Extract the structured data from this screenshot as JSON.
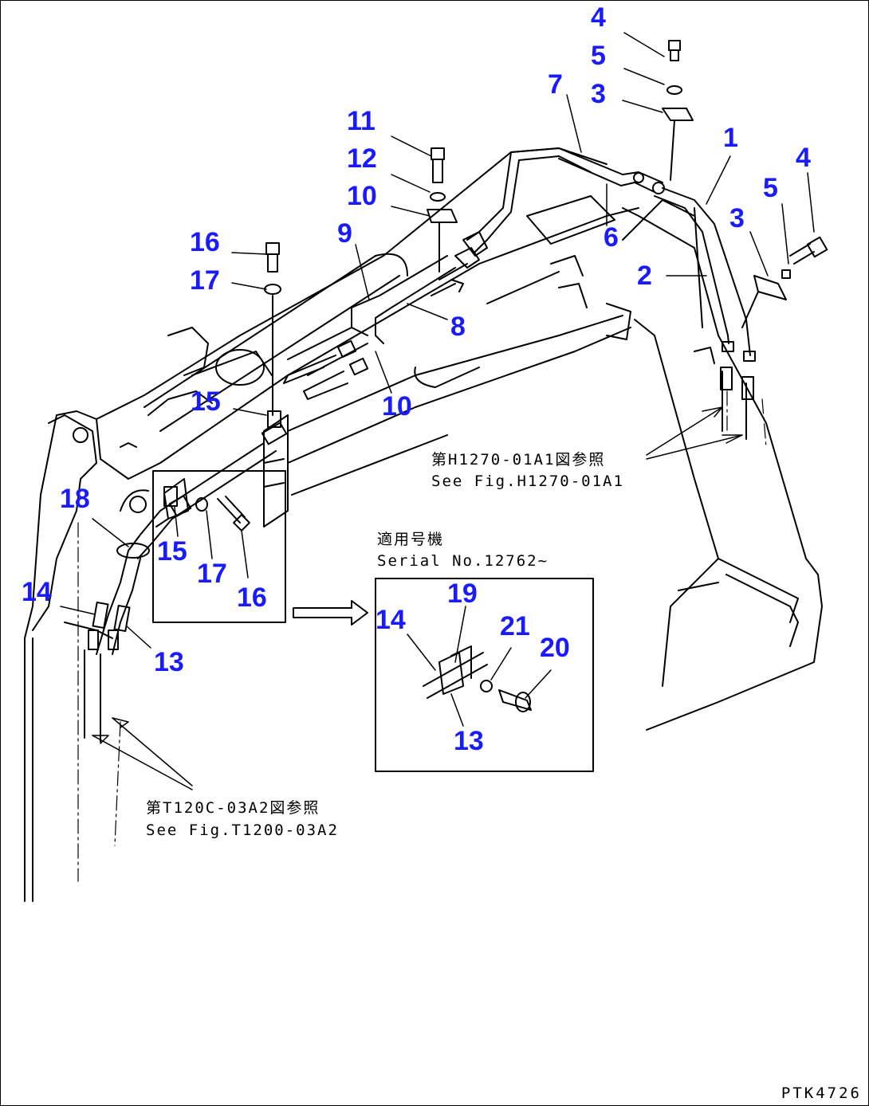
{
  "colors": {
    "callout": "#1a1aff",
    "line": "#000000",
    "background": "#ffffff"
  },
  "callouts": [
    {
      "id": "c4a",
      "text": "4"
    },
    {
      "id": "c5a",
      "text": "5"
    },
    {
      "id": "c3a",
      "text": "3"
    },
    {
      "id": "c7",
      "text": "7"
    },
    {
      "id": "c1",
      "text": "1"
    },
    {
      "id": "c4b",
      "text": "4"
    },
    {
      "id": "c5b",
      "text": "5"
    },
    {
      "id": "c3b",
      "text": "3"
    },
    {
      "id": "c11",
      "text": "11"
    },
    {
      "id": "c12",
      "text": "12"
    },
    {
      "id": "c10a",
      "text": "10"
    },
    {
      "id": "c9",
      "text": "9"
    },
    {
      "id": "c6",
      "text": "6"
    },
    {
      "id": "c2",
      "text": "2"
    },
    {
      "id": "c16a",
      "text": "16"
    },
    {
      "id": "c17a",
      "text": "17"
    },
    {
      "id": "c8",
      "text": "8"
    },
    {
      "id": "c10b",
      "text": "10"
    },
    {
      "id": "c15a",
      "text": "15"
    },
    {
      "id": "c18",
      "text": "18"
    },
    {
      "id": "c15b",
      "text": "15"
    },
    {
      "id": "c17b",
      "text": "17"
    },
    {
      "id": "c16b",
      "text": "16"
    },
    {
      "id": "c14a",
      "text": "14"
    },
    {
      "id": "c13a",
      "text": "13"
    },
    {
      "id": "c19",
      "text": "19"
    },
    {
      "id": "c14b",
      "text": "14"
    },
    {
      "id": "c21",
      "text": "21"
    },
    {
      "id": "c20",
      "text": "20"
    },
    {
      "id": "c13b",
      "text": "13"
    }
  ],
  "notes": {
    "ref_h1270_jp": "第H1270-01A1図参照",
    "ref_h1270_en": "See Fig.H1270-01A1",
    "serial_jp": "適用号機",
    "serial_en": "Serial No.12762~",
    "ref_t1200_jp": "第T120C-03A2図参照",
    "ref_t1200_en": "See Fig.T1200-03A2"
  },
  "figure_id": "PTK4726"
}
